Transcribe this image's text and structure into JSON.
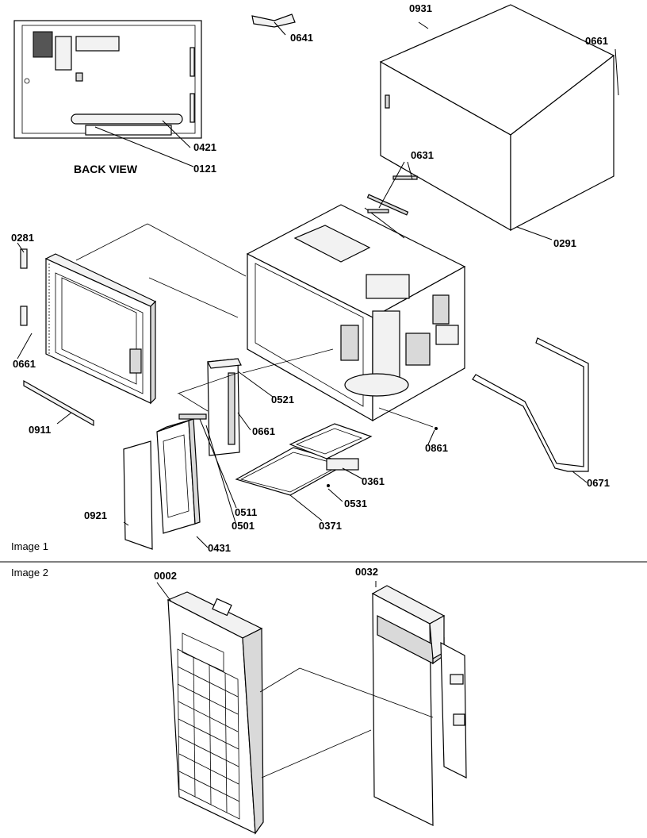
{
  "panels": [
    {
      "title": "Image 1"
    },
    {
      "title": "Image 2"
    }
  ],
  "back_view_label": "BACK VIEW",
  "callouts": {
    "c0931": "0931",
    "c0641": "0641",
    "c0661a": "0661",
    "c0421": "0421",
    "c0121": "0121",
    "c0631": "0631",
    "c0281": "0281",
    "c0291": "0291",
    "c0661b": "0661",
    "c0521": "0521",
    "c0911": "0911",
    "c0661c": "0661",
    "c0861": "0861",
    "c0361": "0361",
    "c0511": "0511",
    "c0531": "0531",
    "c0671": "0671",
    "c0921": "0921",
    "c0501": "0501",
    "c0371": "0371",
    "c0431": "0431",
    "c0002": "0002",
    "c0032": "0032"
  }
}
